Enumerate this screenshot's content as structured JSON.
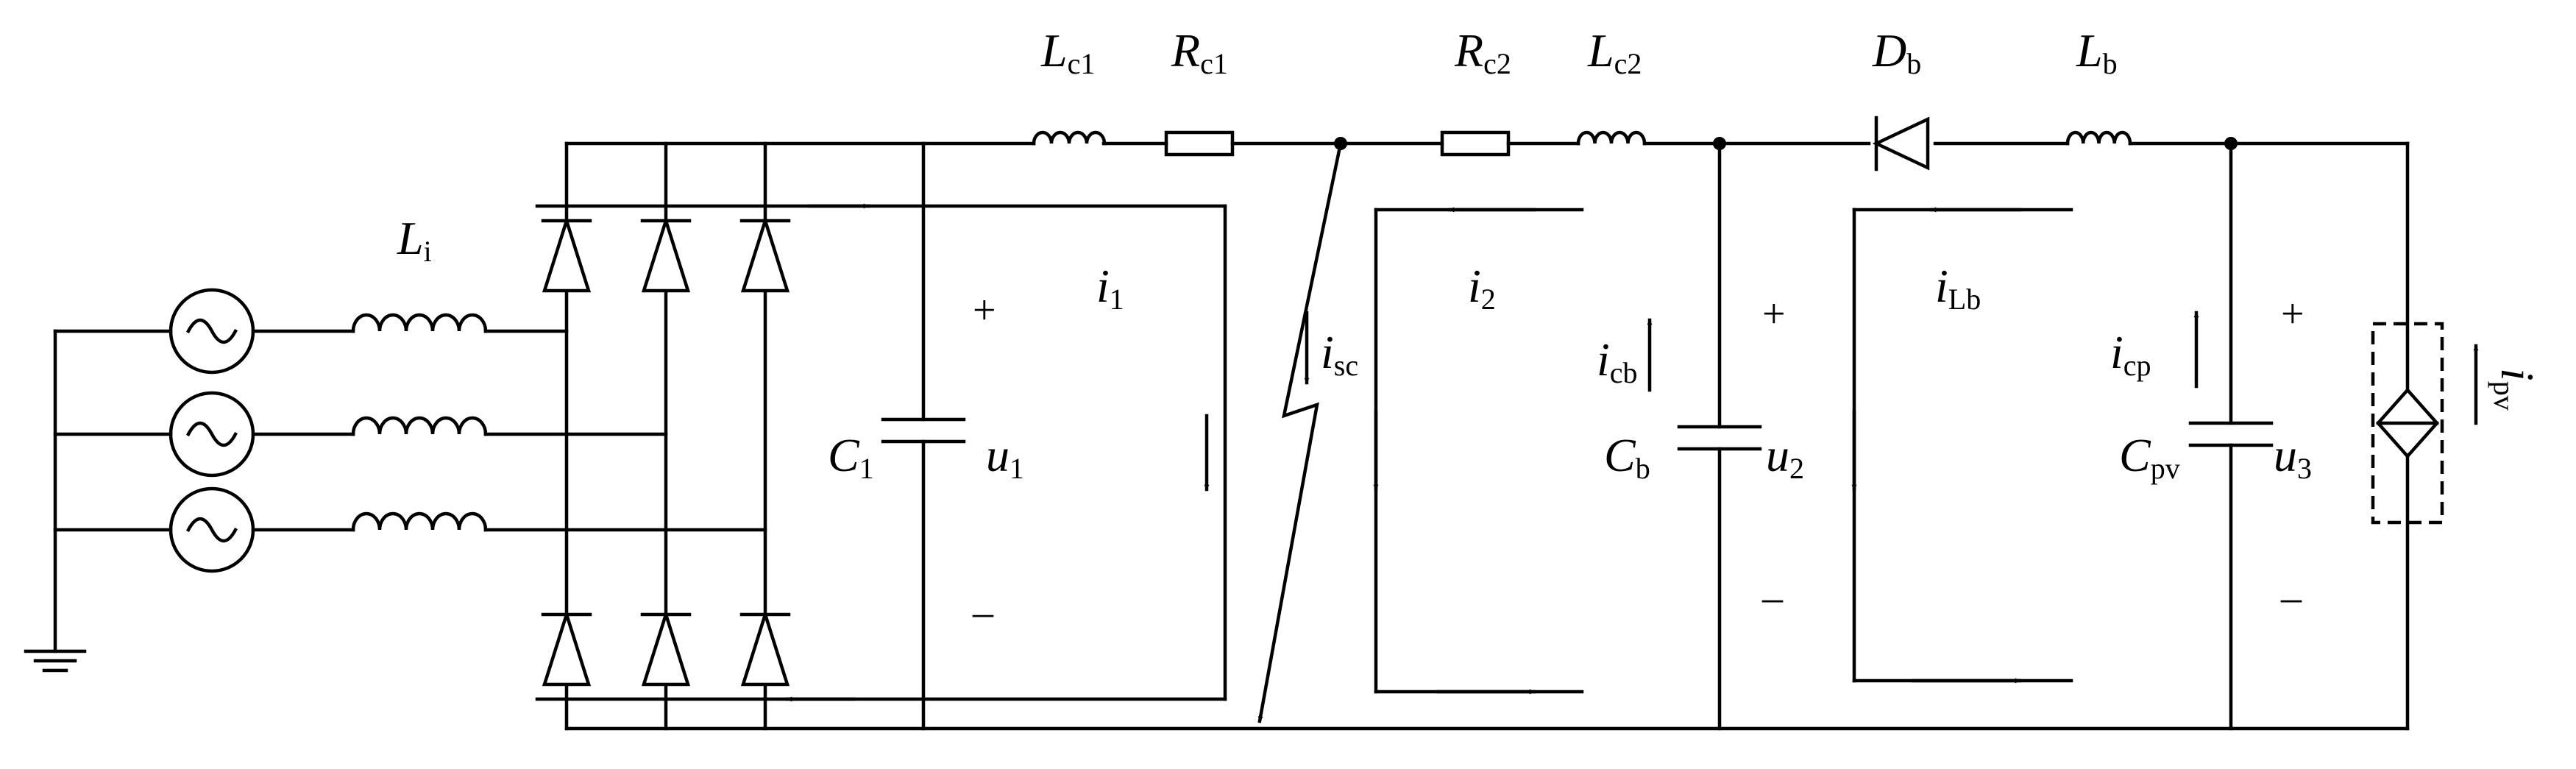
{
  "labels": {
    "Lc1": {
      "main": "L",
      "sub": "c1"
    },
    "Rc1": {
      "main": "R",
      "sub": "c1"
    },
    "Rc2": {
      "main": "R",
      "sub": "c2"
    },
    "Lc2": {
      "main": "L",
      "sub": "c2"
    },
    "Db": {
      "main": "D",
      "sub": "b"
    },
    "Lb": {
      "main": "L",
      "sub": "b"
    },
    "Li": {
      "main": "L",
      "sub": "i"
    },
    "i1": {
      "main": "i",
      "sub": "1"
    },
    "isc": {
      "main": "i",
      "sub": "sc"
    },
    "i2": {
      "main": "i",
      "sub": "2"
    },
    "icb": {
      "main": "i",
      "sub": "cb"
    },
    "iLb": {
      "main": "i",
      "sub": "Lb"
    },
    "icp": {
      "main": "i",
      "sub": "cp"
    },
    "ipv": {
      "main": "i",
      "sub": "pv"
    },
    "C1": {
      "main": "C",
      "sub": "1"
    },
    "u1": {
      "main": "u",
      "sub": "1"
    },
    "Cb": {
      "main": "C",
      "sub": "b"
    },
    "u2": {
      "main": "u",
      "sub": "2"
    },
    "Cpv": {
      "main": "C",
      "sub": "pv"
    },
    "u3": {
      "main": "u",
      "sub": "3"
    }
  },
  "signs": {
    "plus": "+",
    "minus": "–"
  }
}
